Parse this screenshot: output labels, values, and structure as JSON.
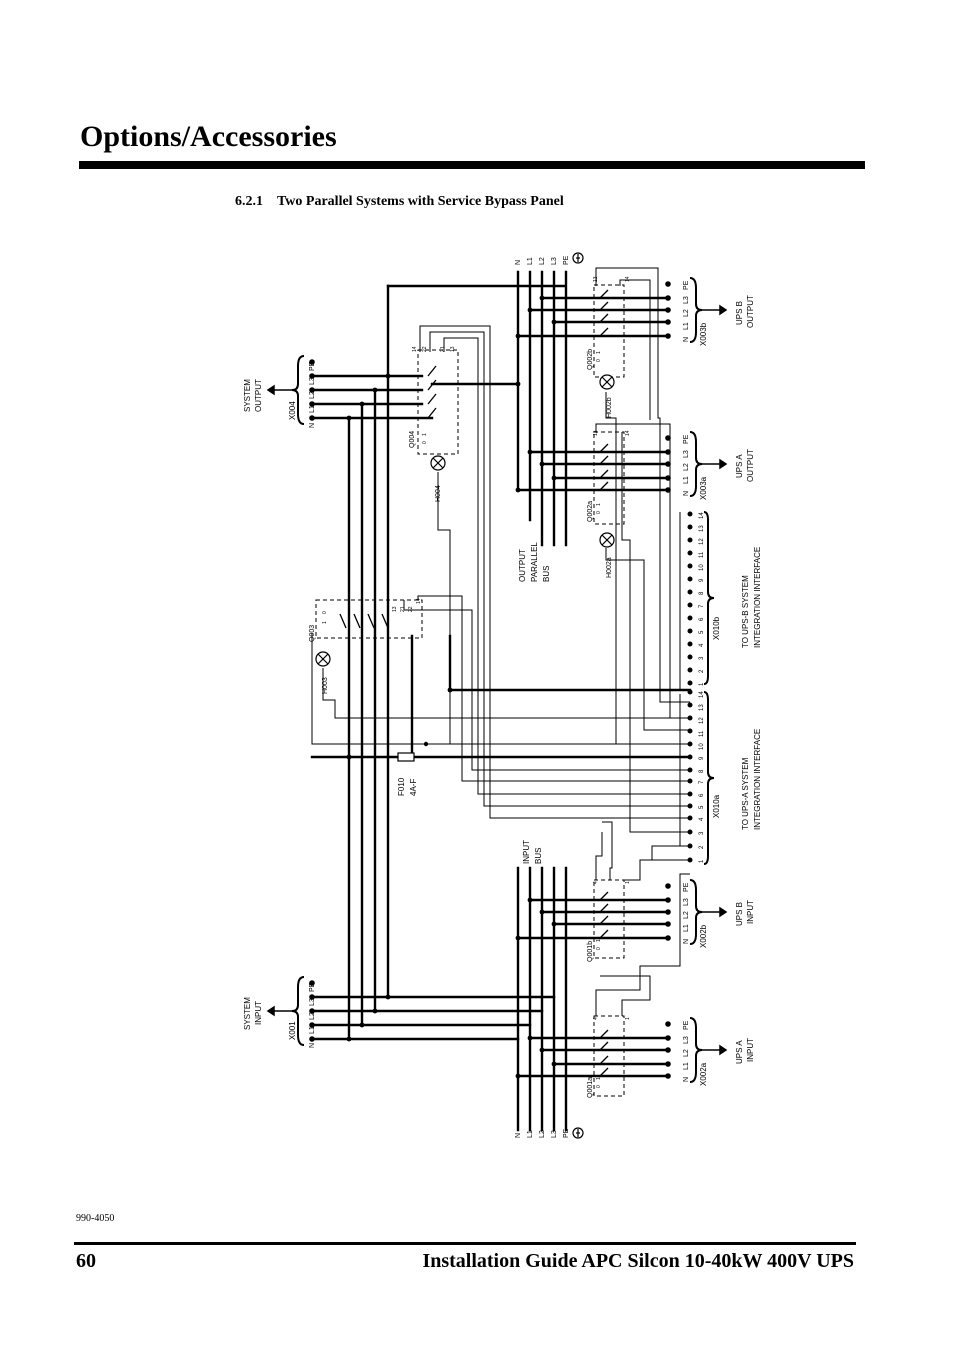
{
  "header": {
    "title": "Options/Accessories"
  },
  "section": {
    "number": "6.2.1",
    "title": "Two Parallel Systems with Service Bypass Panel"
  },
  "footer": {
    "doc_number": "990-4050",
    "page_number": "60",
    "guide_title": "Installation Guide APC Silcon 10-40kW 400V UPS"
  },
  "diagram": {
    "phase_labels": [
      "N",
      "L1",
      "L2",
      "L3",
      "PE"
    ],
    "system_output": {
      "title_line1": "SYSTEM",
      "title_line2": "OUTPUT",
      "terminal": "X004"
    },
    "system_input": {
      "title_line1": "SYSTEM",
      "title_line2": "INPUT",
      "terminal": "X001"
    },
    "output_parallel_bus": {
      "line1": "OUTPUT",
      "line2": "PARALLEL",
      "line3": "BUS"
    },
    "input_bus": {
      "line1": "INPUT",
      "line2": "BUS"
    },
    "ups_b_output": {
      "line1": "UPS B",
      "line2": "OUTPUT",
      "terminal": "X003b"
    },
    "ups_a_output": {
      "line1": "UPS A",
      "line2": "OUTPUT",
      "terminal": "X003a"
    },
    "ups_b_input": {
      "line1": "UPS B",
      "line2": "INPUT",
      "terminal": "X002b"
    },
    "ups_a_input": {
      "line1": "UPS A",
      "line2": "INPUT",
      "terminal": "X002a"
    },
    "interface_b": {
      "line1": "TO UPS-B SYSTEM",
      "line2": "INTEGRATION INTERFACE",
      "terminal": "X010b"
    },
    "interface_a": {
      "line1": "TO UPS-A SYSTEM",
      "line2": "INTEGRATION INTERFACE",
      "terminal": "X010a"
    },
    "interface_terminal_numbers": [
      "1",
      "2",
      "3",
      "4",
      "5",
      "6",
      "7",
      "8",
      "9",
      "10",
      "11",
      "12",
      "13",
      "14"
    ],
    "switches": {
      "q004": "Q004",
      "q003": "Q003",
      "q002a": "Q002a",
      "q002b": "Q002b",
      "q001a": "Q001a",
      "q001b": "Q001b"
    },
    "lamps": {
      "h004": "H004",
      "h003": "H003",
      "h002a": "H002a",
      "h002b": "H002b"
    },
    "fuse": {
      "id": "F010",
      "rating": "4A-F"
    },
    "switch_positions": {
      "off": "0",
      "on": "1"
    },
    "contact_numbers": {
      "q004": [
        "14",
        "22",
        "21",
        "13"
      ],
      "q003": [
        "13",
        "21",
        "22",
        "14"
      ],
      "q002": [
        "13",
        "14"
      ],
      "q001": [
        "4",
        "1"
      ]
    }
  }
}
